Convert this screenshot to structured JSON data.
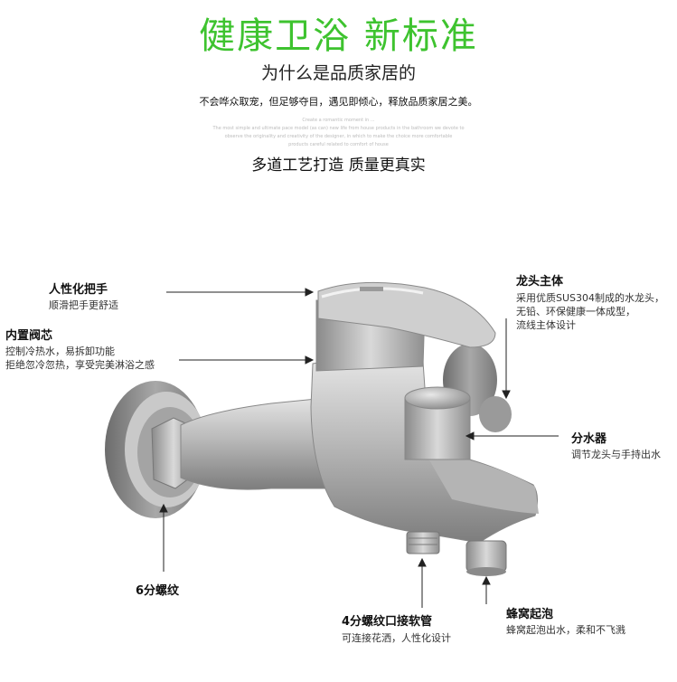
{
  "header": {
    "title": "健康卫浴 新标准",
    "subtitle": "为什么是品质家居的",
    "tagline": "不会哗众取宠，但足够夺目，遇见即倾心，释放品质家居之美。",
    "fine_print": [
      "Create a romantic moment in ...",
      "The most simple and ultimate pace model (as can) new life from house products in the bathroom we devote to",
      "observe the originality and creativity of the designer, in which to make the choice more comfortable",
      "products careful related to comfort of house"
    ],
    "process": "多道工艺打造 质量更真实"
  },
  "callouts": {
    "handle": {
      "title": "人性化把手",
      "desc": "顺滑把手更舒适"
    },
    "valve": {
      "title": "内置阀芯",
      "desc1": "控制冷热水，易拆卸功能",
      "desc2": "拒绝忽冷忽热，享受完美淋浴之感"
    },
    "body": {
      "title": "龙头主体",
      "desc1": "采用优质SUS304制成的水龙头，",
      "desc2": "无铅、环保健康一体成型，",
      "desc3": "流线主体设计"
    },
    "diverter": {
      "title": "分水器",
      "desc": "调节龙头与手持出水"
    },
    "thread": {
      "title": "6分螺纹"
    },
    "hose": {
      "title": "4分螺纹口接软管",
      "desc": "可连接花洒，人性化设计"
    },
    "aerator": {
      "title": "蜂窝起泡",
      "desc": "蜂窝起泡出水，柔和不飞溅"
    }
  },
  "colors": {
    "title_green": "#3ec32f",
    "steel_light": "#d6d6d6",
    "steel_dark": "#6e6e6e"
  },
  "icons": [
    "faucet-illustration"
  ]
}
